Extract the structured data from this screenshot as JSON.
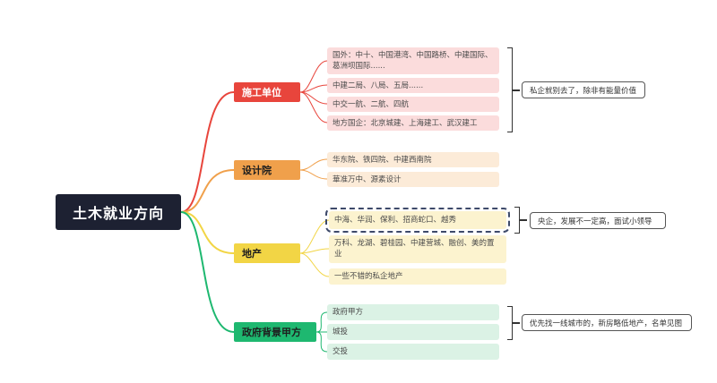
{
  "root": {
    "label": "土木就业方向"
  },
  "colors": {
    "red": "#e8453c",
    "orange": "#f0a04b",
    "yellow": "#f2d545",
    "green": "#1eb870",
    "root_bg": "#1d2132"
  },
  "branches": [
    {
      "label": "施工单位",
      "color": "red",
      "leaves": [
        "国外：中十、中国港湾、中国路桥、中建国际、葛洲坝国际......",
        "中建二局、八局、五局......",
        "中交一航、二航、四航",
        "地方国企：北京城建、上海建工、武汉建工"
      ],
      "note": "私企就别去了，除非有能量价值"
    },
    {
      "label": "设计院",
      "color": "orange",
      "leaves": [
        "华东院、铁四院、中建西南院",
        "華准万中、源素设计"
      ]
    },
    {
      "label": "地产",
      "color": "yellow",
      "leaves": [
        "中海、华润、保利、招商蛇口、越秀",
        "万科、龙湖、碧桂园、中建营城、融创、美的置业",
        "一些不错的私企地产"
      ],
      "note": "央企，发展不一定高，面试小领导"
    },
    {
      "label": "政府背景甲方",
      "color": "green",
      "leaves": [
        "政府甲方",
        "城投",
        "交投"
      ],
      "note": "优先找一线城市的，新房略低地产，名单见图"
    }
  ]
}
